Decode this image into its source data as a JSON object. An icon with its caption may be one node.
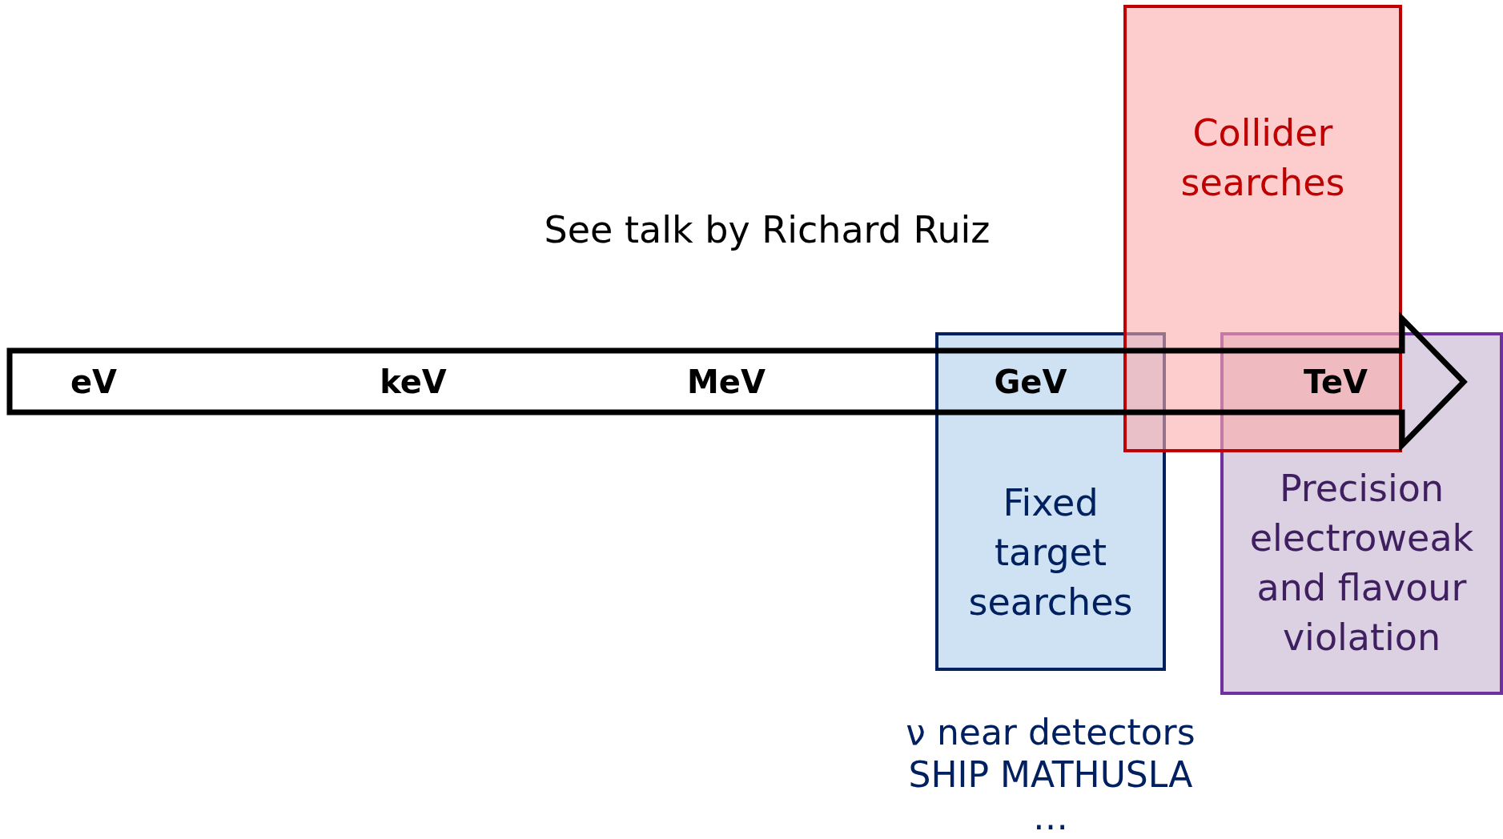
{
  "diagram": {
    "nodes": [
      {
        "text": [
          "Collider searches"
        ]
      },
      {
        "text": [
          "Fixed target searches"
        ],
        "beside": [
          "ν near detectors SHIP MATHUSLA …"
        ]
      },
      {
        "text": [
          "Precision electroweak and flavour violation"
        ]
      }
    ],
    "labels": [
      "See talk by Richard Ruiz",
      "eV",
      "keV",
      "MeV",
      "GeV",
      "TeV"
    ]
  }
}
